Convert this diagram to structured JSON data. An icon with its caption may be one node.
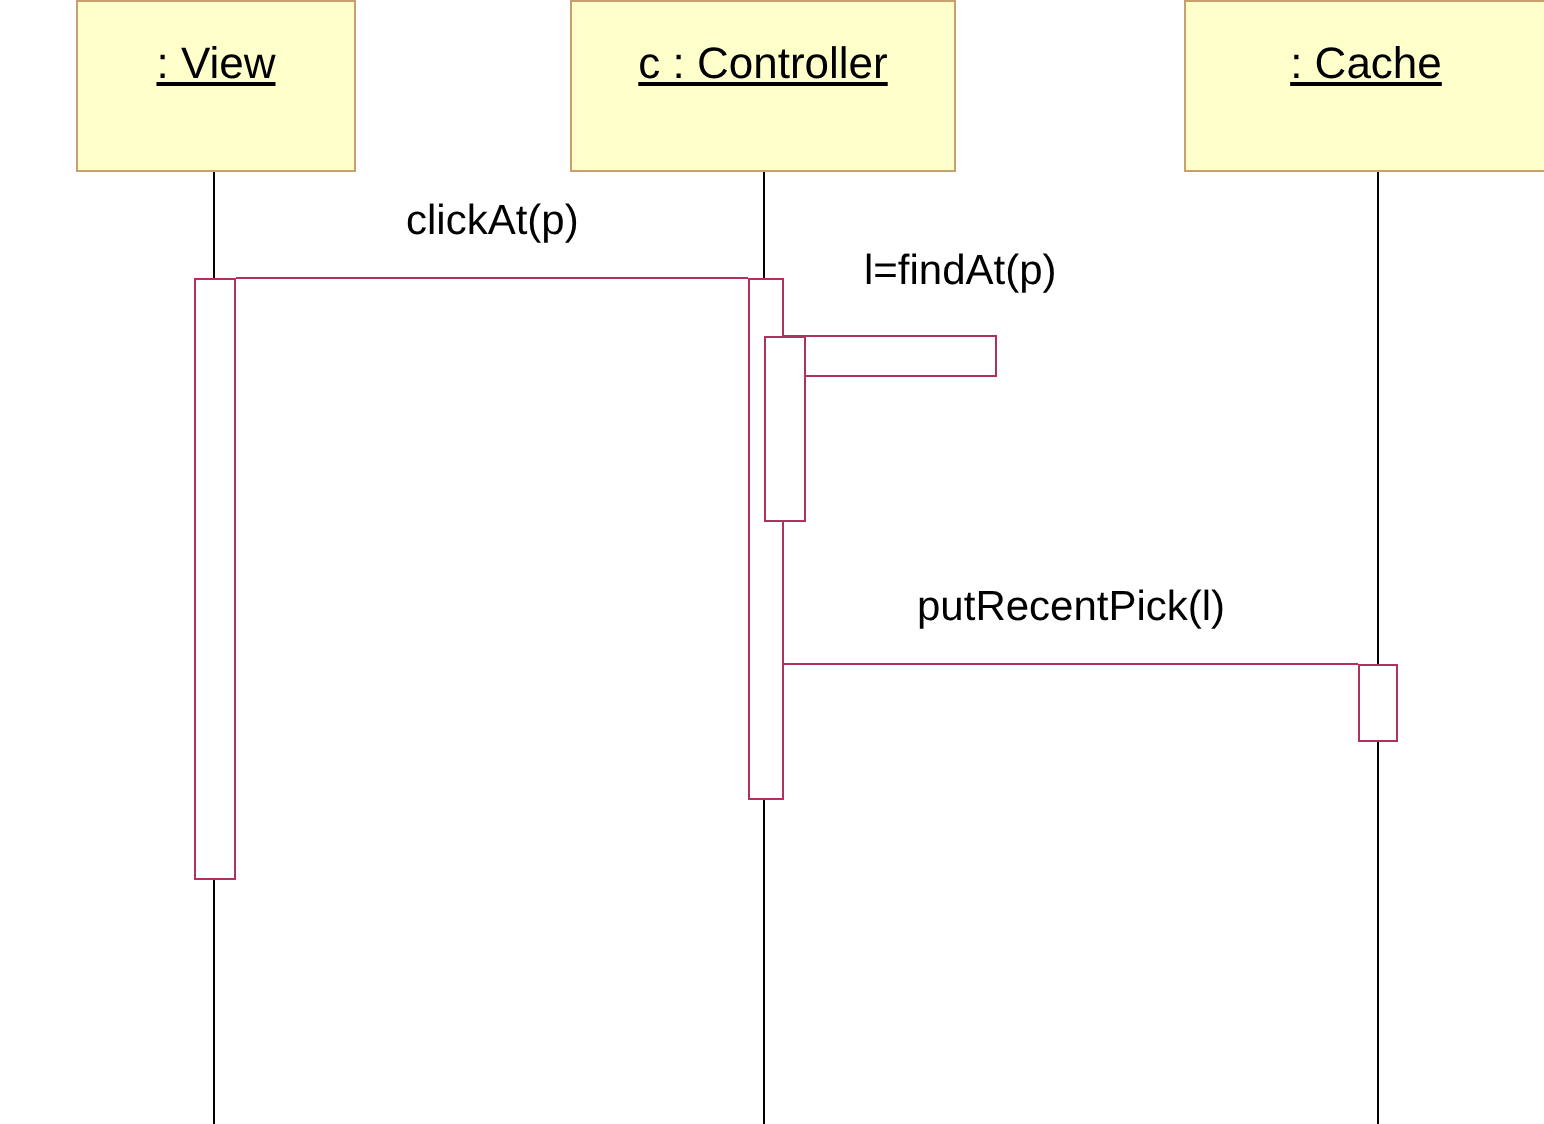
{
  "diagram": {
    "nodes": [
      {
        "text": [
          ": View"
        ]
      },
      {
        "text": [
          "c : Controller"
        ]
      },
      {
        "text": [
          ": Cache"
        ]
      },
      {
        "text": [],
        "shape": "bar"
      },
      {
        "text": [],
        "shape": "bar"
      },
      {
        "text": [],
        "shape": "bar"
      },
      {
        "text": [],
        "shape": "bar"
      }
    ],
    "edges": [
      {
        "from": 3,
        "to": 4,
        "arrow": "none",
        "label": "clickAt(p)"
      },
      {
        "from": 4,
        "to": 5,
        "arrow": "none",
        "label": "l=findAt(p)"
      },
      {
        "from": 4,
        "to": 6,
        "arrow": "none",
        "label": "putRecentPick(l)"
      }
    ]
  }
}
